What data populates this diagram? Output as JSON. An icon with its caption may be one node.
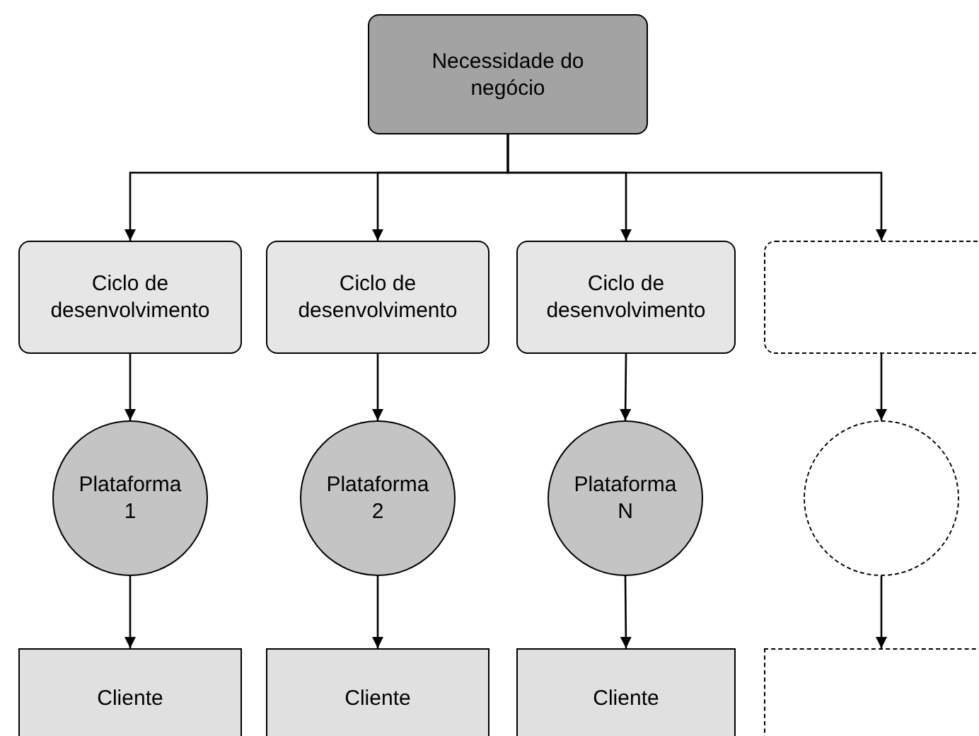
{
  "diagram": {
    "nodes": [
      {
        "text": [
          "Necessidade do negócio"
        ]
      },
      {
        "text": [
          "Ciclo de desenvolvimento"
        ]
      },
      {
        "text": [
          "Ciclo de desenvolvimento"
        ]
      },
      {
        "text": [
          "Ciclo de desenvolvimento"
        ]
      },
      {
        "text": [],
        "shape": "box"
      },
      {
        "text": [
          "Plataforma 1"
        ]
      },
      {
        "text": [
          "Plataforma 2"
        ]
      },
      {
        "text": [
          "Plataforma N"
        ]
      },
      {
        "text": [],
        "shape": "circle"
      },
      {
        "text": [
          "Cliente"
        ]
      },
      {
        "text": [
          "Cliente"
        ]
      },
      {
        "text": [
          "Cliente"
        ]
      },
      {
        "text": [],
        "shape": "box"
      }
    ],
    "edges": [
      {
        "from": 0,
        "to": 1,
        "arrow": "to"
      },
      {
        "from": 0,
        "to": 2,
        "arrow": "to"
      },
      {
        "from": 0,
        "to": 3,
        "arrow": "to"
      },
      {
        "from": 0,
        "to": 4,
        "arrow": "to"
      },
      {
        "from": 1,
        "to": 5,
        "arrow": "to"
      },
      {
        "from": 2,
        "to": 6,
        "arrow": "to"
      },
      {
        "from": 3,
        "to": 7,
        "arrow": "to"
      },
      {
        "from": 4,
        "to": 8,
        "arrow": "to"
      },
      {
        "from": 5,
        "to": 9,
        "arrow": "to"
      },
      {
        "from": 6,
        "to": 10,
        "arrow": "to"
      },
      {
        "from": 7,
        "to": 11,
        "arrow": "to"
      },
      {
        "from": 8,
        "to": 12,
        "arrow": "to"
      }
    ]
  }
}
